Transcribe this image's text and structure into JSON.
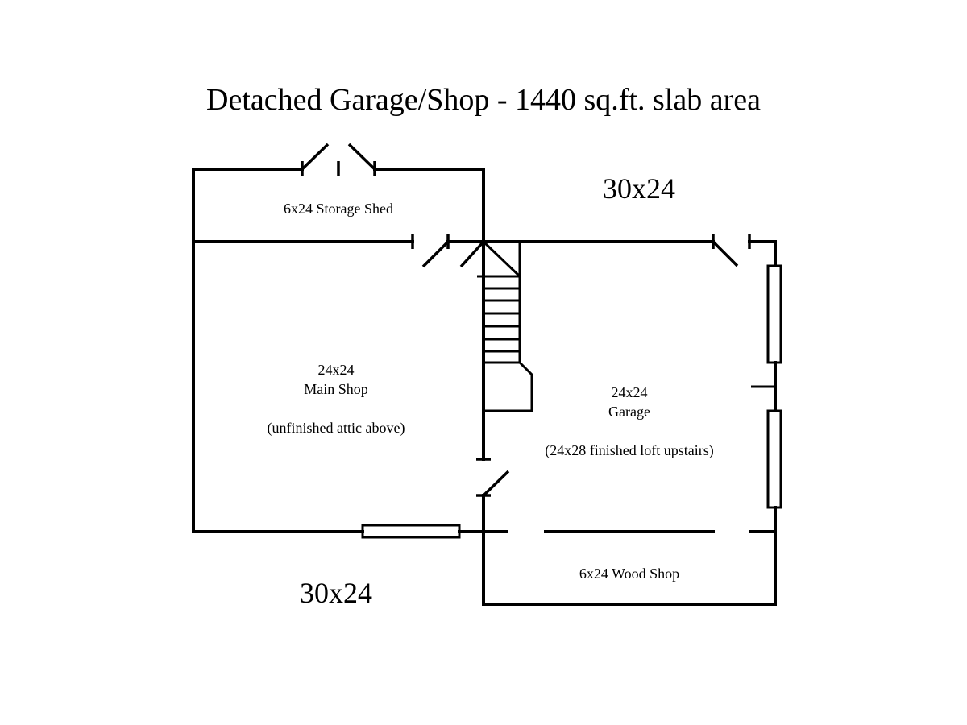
{
  "title": "Detached Garage/Shop - 1440 sq.ft. slab area",
  "dimensions": {
    "upper_right": "30x24",
    "lower_left": "30x24"
  },
  "rooms": {
    "storage_shed": "6x24 Storage Shed",
    "main_shop": {
      "size": "24x24",
      "name": "Main Shop",
      "note": "(unfinished attic above)"
    },
    "garage": {
      "size": "24x24",
      "name": "Garage",
      "note": "(24x28 finished loft upstairs)"
    },
    "wood_shop": "6x24 Wood Shop"
  }
}
